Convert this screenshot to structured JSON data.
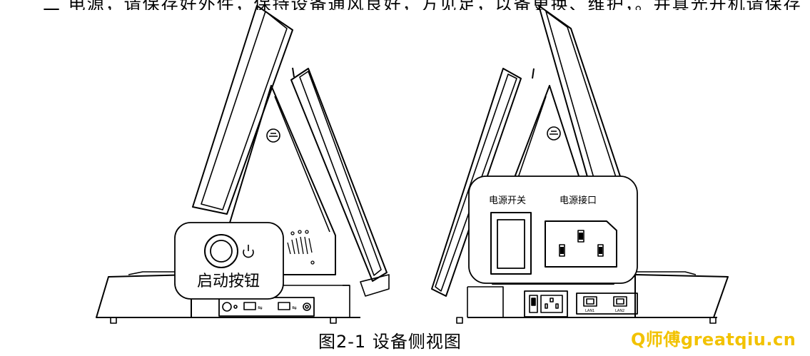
{
  "top_text": "二 电源，请保存好外件，保持设备通风良好，方见足，以备更换、维护，。并真光开机请保存",
  "figure": {
    "left_view": {
      "start_button_label": "启动按钮"
    },
    "right_view": {
      "power_switch_label": "电源开关",
      "power_port_label": "电源接口",
      "lan_labels": [
        "LAN1",
        "LAN2"
      ]
    }
  },
  "caption": "图2-1  设备侧视图",
  "watermark": "Q师傅greatqiu.cn",
  "colors": {
    "line": "#000000",
    "watermark": "#f2c200",
    "callout_bg": "#ffffff"
  }
}
